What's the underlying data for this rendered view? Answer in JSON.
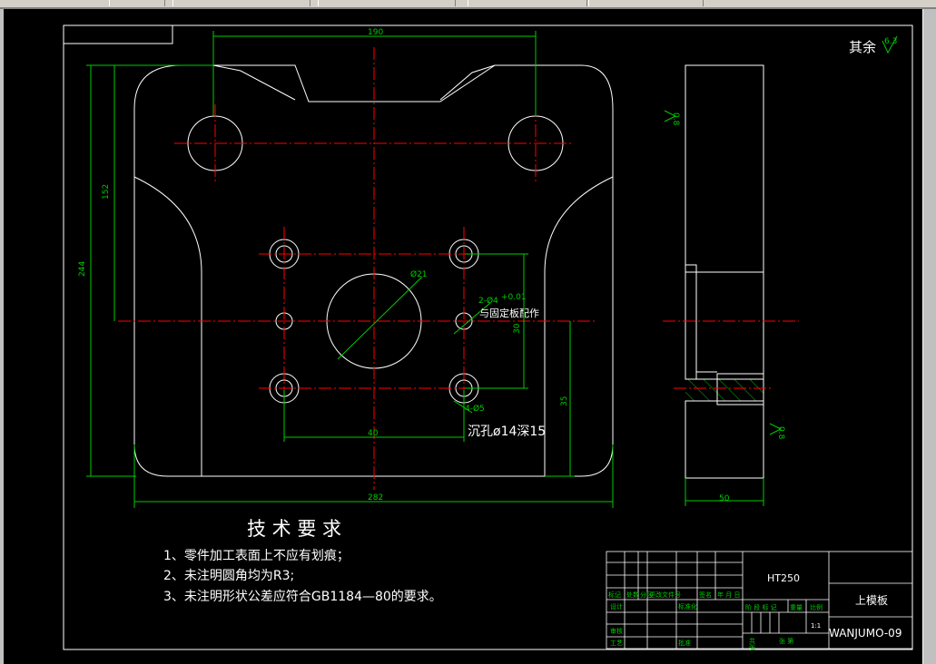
{
  "drawing": {
    "surface_note": "其余",
    "surface_value": "6.3",
    "dims": {
      "width_top": "190",
      "height_152": "152",
      "height_244": "244",
      "width_282": "282",
      "dia_21": "Ø21",
      "hole_2x4": "2-Ø4",
      "hole_tol": "+0.01",
      "hole_match": "与固定板配作",
      "dim_30": "30",
      "dim_35": "35",
      "hole_4x5": "4-Ø5",
      "dim_40": "40",
      "counterbore": "沉孔ø14深15",
      "side_50": "50",
      "rough_top": "0.8",
      "rough_bottom": "0.8"
    },
    "tech": {
      "title": "技 术 要 求",
      "items": [
        "1、零件加工表面上不应有划痕；",
        "2、未注明圆角均为R3;",
        "3、未注明形状公差应符合GB1184—80的要求。"
      ]
    },
    "titleblock": {
      "material": "HT250",
      "part_name": "上模板",
      "drawing_no": "WANJUMO-09",
      "scale": "1:1",
      "row_labels": [
        "标记",
        "处数",
        "分区",
        "更改文件号",
        "签名",
        "年 月 日"
      ],
      "left_labels": [
        "设计",
        "标准化",
        "审核",
        "工艺",
        "批准"
      ],
      "mid_labels": [
        "阶 段 标 记",
        "重量",
        "比例"
      ],
      "sheets": [
        "共",
        "张 第",
        "张"
      ]
    },
    "colors": {
      "outline": "#ffffff",
      "center": "#ff0000",
      "dimension": "#00cc00",
      "background": "#000000"
    }
  }
}
